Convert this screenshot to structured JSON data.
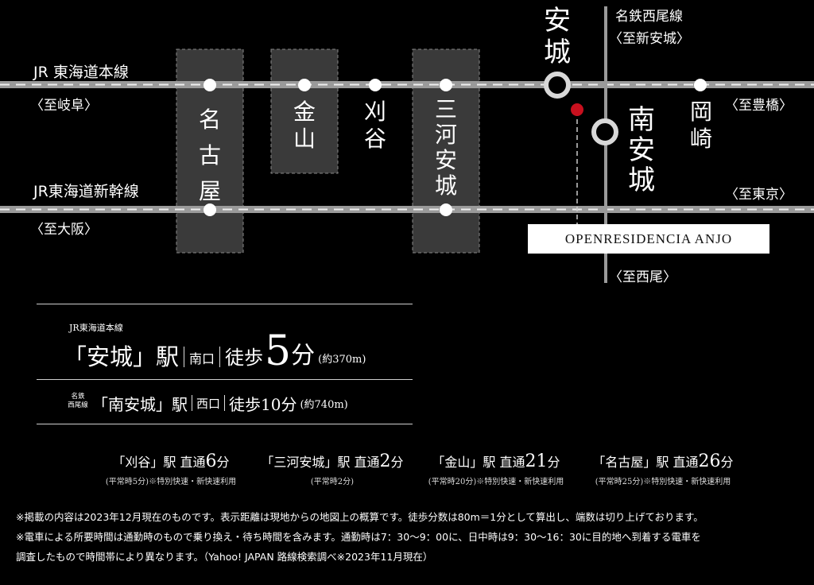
{
  "lines": {
    "jr_tokaido": {
      "name": "JR 東海道本線",
      "west_dir": "〈至岐阜〉",
      "east_dir": "〈至豊橋〉"
    },
    "shinkansen": {
      "name": "JR東海道新幹線",
      "west_dir": "〈至大阪〉",
      "east_dir": "〈至東京〉"
    },
    "meitetsu": {
      "name": "名鉄西尾線",
      "north_dir": "〈至新安城〉",
      "south_dir": "〈至西尾〉"
    }
  },
  "stations": {
    "nagoya": "名\n古\n屋",
    "kanayama": "金\n山",
    "kariya": "刈\n谷",
    "mikawa_anjo": "三\n河\n安\n城",
    "anjo": "安\n城",
    "minami_anjo": "南\n安\n城",
    "okazaki": "岡\n崎"
  },
  "property": {
    "name": "OPENRESIDENCIA ANJO"
  },
  "access": {
    "anjo": {
      "line_label": "JR東海道本線",
      "station": "「安城」駅",
      "exit": "南口",
      "walk_prefix": "徒歩",
      "minutes": "5",
      "unit": "分",
      "distance": "(約370m)"
    },
    "minami_anjo": {
      "line_label": "名鉄\n西尾線",
      "station": "「南安城」駅",
      "exit": "西口",
      "walk": "徒歩10分",
      "distance": "(約740m)"
    }
  },
  "travel": [
    {
      "station": "「刈谷」駅",
      "route": "直通",
      "minutes": "6",
      "unit": "分",
      "note": "(平常時5分)※特別快速・新快速利用"
    },
    {
      "station": "「三河安城」駅",
      "route": "直通",
      "minutes": "2",
      "unit": "分",
      "note": "(平常時2分)"
    },
    {
      "station": "「金山」駅",
      "route": "直通",
      "minutes": "21",
      "unit": "分",
      "note": "(平常時20分)※特別快速・新快速利用"
    },
    {
      "station": "「名古屋」駅",
      "route": "直通",
      "minutes": "26",
      "unit": "分",
      "note": "(平常時25分)※特別快速・新快速利用"
    }
  ],
  "notes": [
    "※掲載の内容は2023年12月現在のものです。表示距離は現地からの地図上の概算です。徒歩分数は80m＝1分として算出し、端数は切り上げております。",
    "※電車による所要時間は通勤時のもので乗り換え・待ち時間を含みます。通勤時は7：30〜9：00に、日中時は9：30〜16：30に目的地へ到着する電車を",
    "調査したもので時間帯により異なります。（Yahoo! JAPAN 路線検索調べ※2023年11月現在）"
  ],
  "colors": {
    "rail": "#9a9a9a",
    "box": "#3a3a3a",
    "marker": "#c8101e"
  }
}
